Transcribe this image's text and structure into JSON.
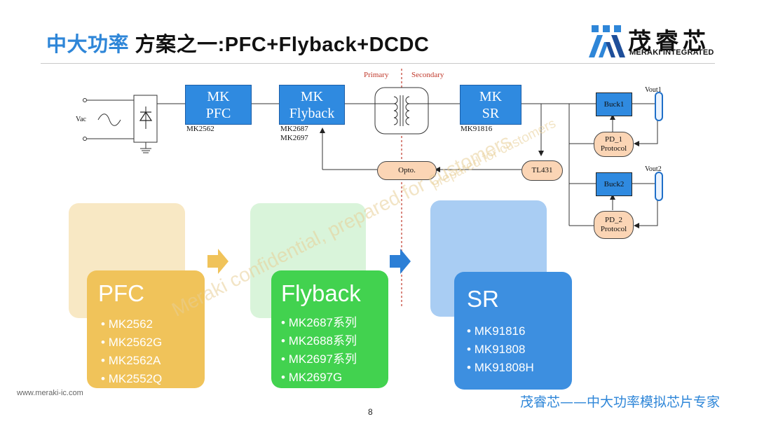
{
  "header": {
    "title_highlight": "中大功率",
    "title_rest": "方案之一:PFC+Flyback+DCDC",
    "logo_cn": "茂睿芯",
    "logo_en": "MERAKI INTEGRATED"
  },
  "diagram": {
    "vac_label": "Vac",
    "primary_label": "Primary",
    "secondary_label": "Secondary",
    "blocks": {
      "pfc": [
        "MK",
        "PFC"
      ],
      "flyback": [
        "MK",
        "Flyback"
      ],
      "sr": [
        "MK",
        "SR"
      ]
    },
    "part_numbers": {
      "pfc": "MK2562",
      "flyback_1": "MK2687",
      "flyback_2": "MK2697",
      "sr": "MK91816"
    },
    "opto_label": "Opto.",
    "tl431_label": "TL431",
    "buck1_label": "Buck1",
    "buck2_label": "Buck2",
    "pd1_label": [
      "PD_1",
      "Protocol"
    ],
    "pd2_label": [
      "PD_2",
      "Protocol"
    ],
    "vout1_label": "Vout1",
    "vout2_label": "Vout2",
    "watermark_diag": "prepared for customers"
  },
  "cards": {
    "pfc": {
      "title": "PFC",
      "items": [
        "MK2562",
        "MK2562G",
        "MK2562A",
        "MK2552Q"
      ]
    },
    "flyback": {
      "title": "Flyback",
      "items": [
        "MK2687系列",
        "MK2688系列",
        "MK2697系列",
        "MK2697G"
      ]
    },
    "sr": {
      "title": "SR",
      "items": [
        "MK91816",
        "MK91808",
        "MK91808H"
      ]
    }
  },
  "watermark": "Meraki confidential, prepared for customers",
  "footer": {
    "url": "www.meraki-ic.com",
    "page": "8",
    "slogan": "茂睿芯——中大功率模拟芯片专家"
  },
  "colors": {
    "accent_blue": "#2e86d8",
    "block_blue": "#2f8ae0",
    "pfc_card": "#f0c35a",
    "flyback_card": "#42d24f",
    "sr_card": "#3d8fe0",
    "pill_fill": "#fbd5b5",
    "divider_red": "#c0392b"
  }
}
